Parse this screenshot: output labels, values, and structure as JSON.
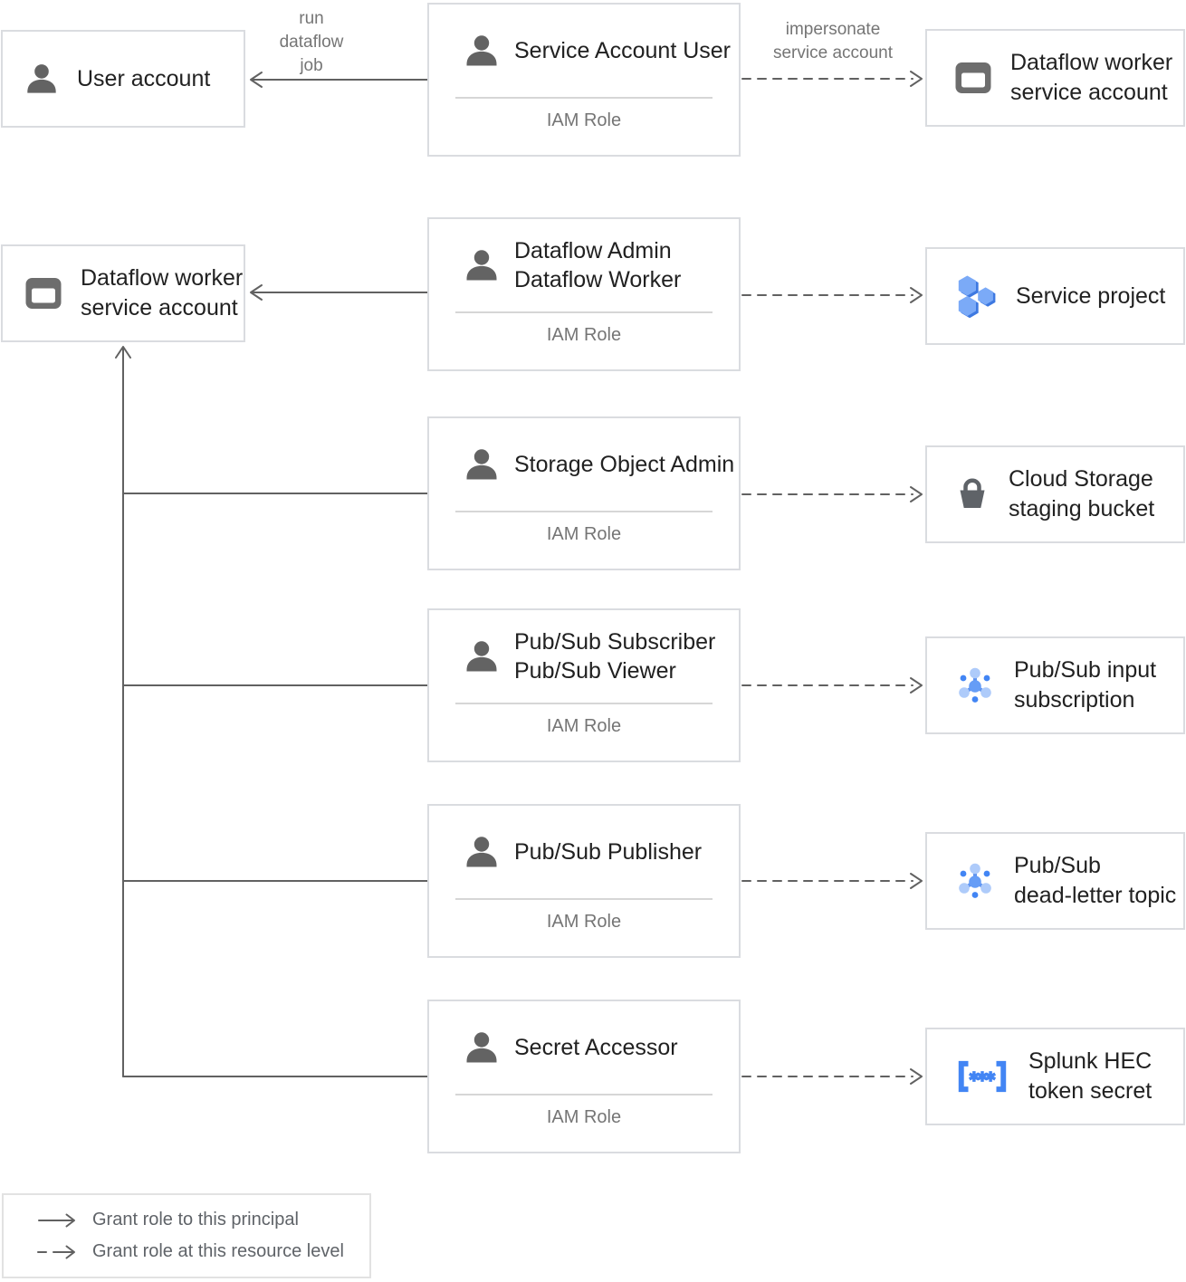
{
  "edge_labels": {
    "run_dataflow_job": [
      "run",
      "dataflow",
      "job"
    ],
    "impersonate": [
      "impersonate",
      "service account"
    ]
  },
  "principals": {
    "user_account": {
      "lines": [
        "User account"
      ],
      "icon": "person-icon"
    },
    "dataflow_worker_sa": {
      "lines": [
        "Dataflow worker",
        "service account"
      ],
      "icon": "service-account-icon"
    }
  },
  "roles": [
    {
      "title_lines": [
        "Service Account User"
      ],
      "subtitle": "IAM Role"
    },
    {
      "title_lines": [
        "Dataflow Admin",
        "Dataflow Worker"
      ],
      "subtitle": "IAM Role"
    },
    {
      "title_lines": [
        "Storage Object Admin"
      ],
      "subtitle": "IAM Role"
    },
    {
      "title_lines": [
        "Pub/Sub Subscriber",
        "Pub/Sub Viewer"
      ],
      "subtitle": "IAM Role"
    },
    {
      "title_lines": [
        "Pub/Sub Publisher"
      ],
      "subtitle": "IAM Role"
    },
    {
      "title_lines": [
        "Secret Accessor"
      ],
      "subtitle": "IAM Role"
    }
  ],
  "resources": [
    {
      "lines": [
        "Dataflow worker",
        "service account"
      ],
      "icon": "service-account-icon"
    },
    {
      "lines": [
        "Service project"
      ],
      "icon": "project-icon"
    },
    {
      "lines": [
        "Cloud Storage",
        "staging bucket"
      ],
      "icon": "bucket-icon"
    },
    {
      "lines": [
        "Pub/Sub input",
        "subscription"
      ],
      "icon": "pubsub-icon"
    },
    {
      "lines": [
        "Pub/Sub",
        "dead-letter topic"
      ],
      "icon": "pubsub-icon"
    },
    {
      "lines": [
        "Splunk HEC",
        "token secret"
      ],
      "icon": "secret-icon"
    }
  ],
  "legend": {
    "items": [
      {
        "style": "solid-arrow",
        "label": "Grant role to this principal"
      },
      {
        "style": "dashed-arrow",
        "label": "Grant role at this resource level"
      }
    ]
  },
  "colors": {
    "connector": "#616161",
    "box_border": "#dadce0",
    "title_text": "#212121",
    "muted_text": "#757575",
    "legend_text": "#5f6368",
    "google_blue": "#4285f4",
    "pubsub_light": "#aecbfa",
    "pubsub_mid": "#669df6",
    "project_light": "#7baaf7",
    "project_dark": "#3e79e1",
    "icon_gray": "#636363"
  }
}
